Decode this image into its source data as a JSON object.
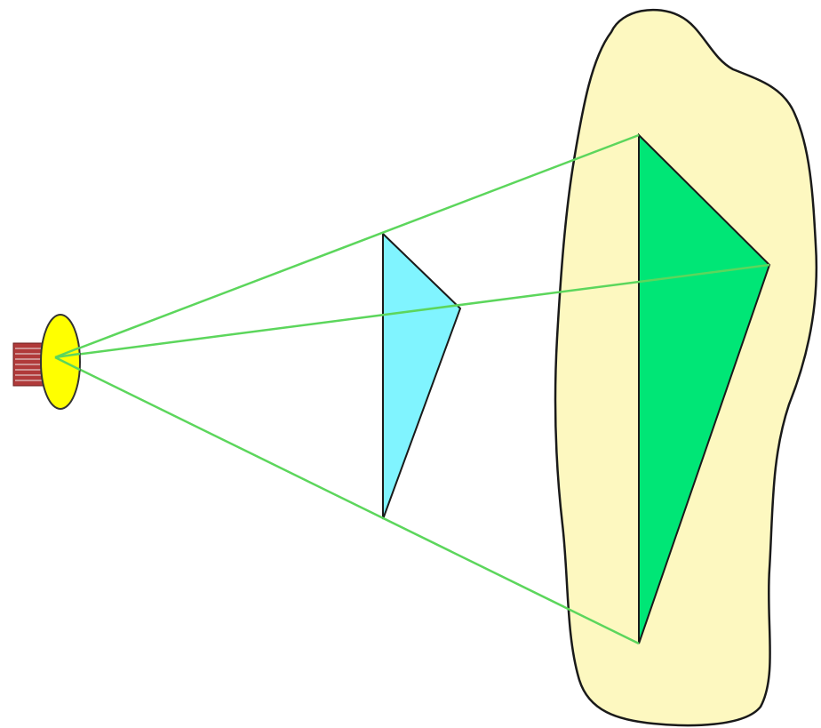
{
  "diagram": {
    "kind": "central-projection",
    "elements": [
      "light-source",
      "object-triangle",
      "screen",
      "shadow-triangle",
      "light-rays"
    ]
  },
  "colors": {
    "background": "#ffffff",
    "screen_fill": "#fdf8c0",
    "screen_stroke": "#1a1a1a",
    "shadow_fill": "#00e676",
    "object_fill": "#80f4ff",
    "ray": "#5cd65c",
    "bulb_fill": "#ffff00",
    "bulb_stroke": "#333333",
    "socket_fill": "#b03a3a",
    "socket_line": "#d9b0b0",
    "outline": "#1a1a1a"
  }
}
